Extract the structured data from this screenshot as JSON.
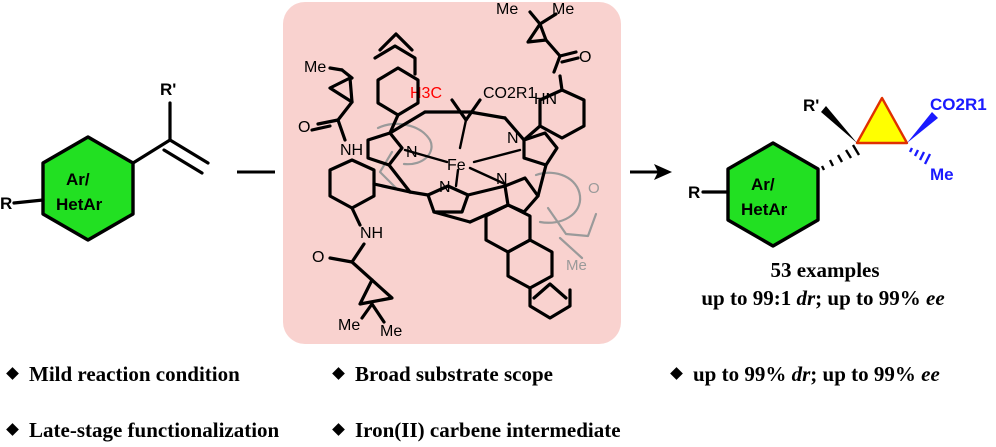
{
  "substrate": {
    "ring_text_line1": "Ar/",
    "ring_text_line2": "HetAr",
    "r_label": "R",
    "rprime_label": "R'"
  },
  "catalyst": {
    "metal": "Fe",
    "h3c": "H3C",
    "co2r1": "CO2R1",
    "n_label": "N",
    "nh_label": "NH",
    "hn_label": "HN",
    "me_label": "Me",
    "o_label": "O"
  },
  "product": {
    "ring_text_line1": "Ar/",
    "ring_text_line2": "HetAr",
    "r_label": "R",
    "rprime_label": "R'",
    "co2r1": "CO2R1",
    "me_label": "Me"
  },
  "colors": {
    "ring_fill": "#22e022",
    "cyclopropane_fill": "#ffff00",
    "cyclopropane_edge": "#e03000",
    "panel_fill": "#f9d2cf",
    "ester_blue": "#1a1aff",
    "methyl_red": "#ff0000"
  },
  "results": {
    "examples": "53 examples",
    "selectivity_prefix": "up to 99:1 ",
    "dr": "dr",
    "selectivity_mid": "; up to 99% ",
    "ee": "ee"
  },
  "bullets": [
    {
      "text": "Mild reaction condition"
    },
    {
      "text": "Broad substrate scope"
    },
    {
      "prefix": "up to 99% ",
      "italic1": "dr",
      "mid": "; up to 99% ",
      "italic2": "ee"
    },
    {
      "text": "Late-stage functionalization"
    },
    {
      "text": "Iron(II) carbene intermediate"
    }
  ]
}
